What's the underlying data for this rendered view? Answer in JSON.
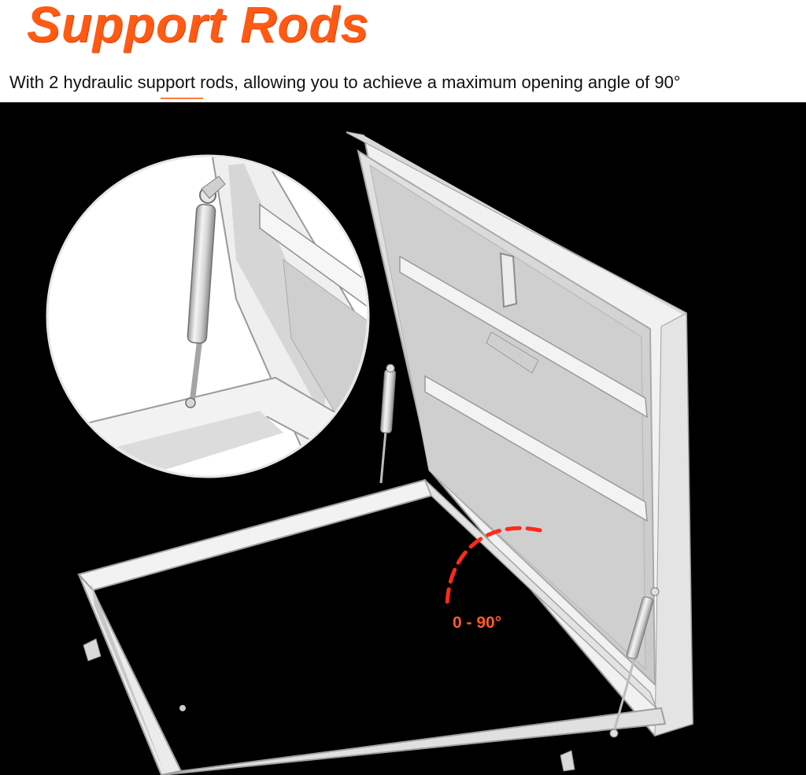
{
  "header": {
    "title": "Support Rods",
    "subtitle": "With 2 hydraulic support rods, allowing you to achieve a maximum opening angle of 90°"
  },
  "scene": {
    "angle_label": "0 - 90°"
  },
  "colors": {
    "accent": "#ff5a14",
    "background": "#000000",
    "frame": "#e8e8e8",
    "angle_arc": "#ff2a1a"
  },
  "icons": [
    "hatch-frame",
    "open-lid",
    "gas-strut",
    "magnified-detail",
    "angle-arc"
  ]
}
